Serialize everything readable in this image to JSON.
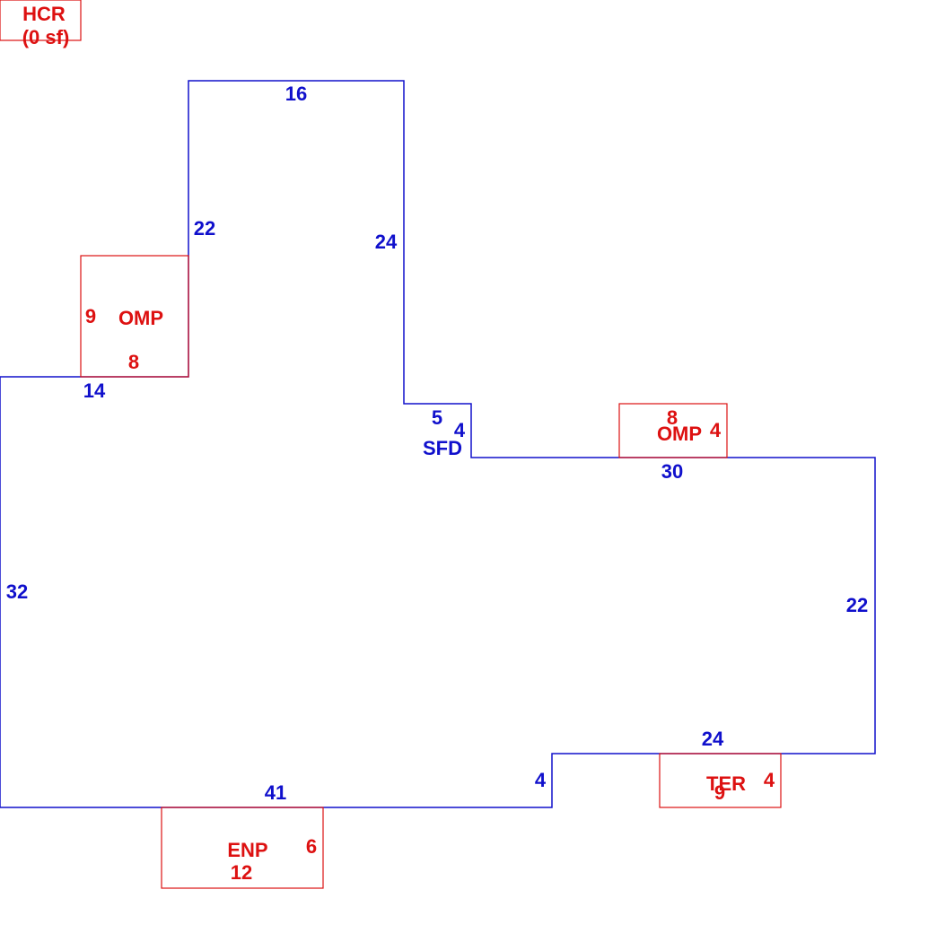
{
  "colors": {
    "main": "#1010cc",
    "addition": "#dd1111"
  },
  "main_area": {
    "code": "SFD",
    "dimensions": {
      "top": "16",
      "tower_right": "24",
      "tower_left": "22",
      "ledge_top": "5",
      "ledge_side": "4",
      "right_top": "30",
      "right_side": "22",
      "bottom_right": "24",
      "step": "4",
      "bottom": "41",
      "left": "32",
      "left_top": "14"
    }
  },
  "areas": {
    "hcr": {
      "code": "HCR",
      "area": "(0 sf)"
    },
    "omp_left": {
      "code": "OMP",
      "width": "8",
      "height": "9"
    },
    "omp_right": {
      "code": "OMP",
      "width": "8",
      "height": "4"
    },
    "ter": {
      "code": "TER",
      "width": "9",
      "height": "4"
    },
    "enp": {
      "code": "ENP",
      "width": "12",
      "height": "6"
    }
  }
}
